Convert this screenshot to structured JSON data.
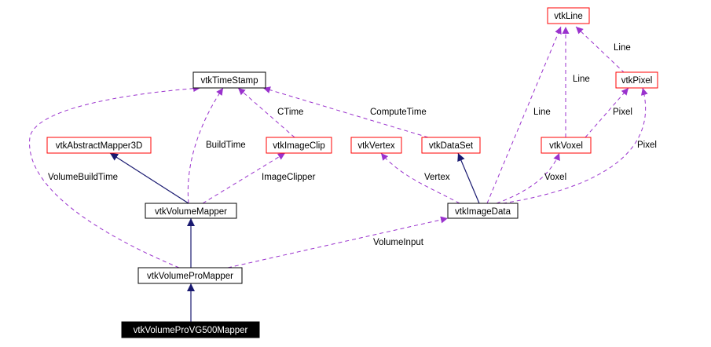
{
  "colors": {
    "background": "#ffffff",
    "highlight_fill": "#000000",
    "inherit_edge": "#191970",
    "usage_edge": "#9a32cd",
    "node_red": "#ff0000",
    "node_black": "#000000"
  },
  "nodes": {
    "vtkLine": "vtkLine",
    "vtkPixel": "vtkPixel",
    "vtkTimeStamp": "vtkTimeStamp",
    "vtkAbstractMapper3D": "vtkAbstractMapper3D",
    "vtkImageClip": "vtkImageClip",
    "vtkVertex": "vtkVertex",
    "vtkDataSet": "vtkDataSet",
    "vtkVoxel": "vtkVoxel",
    "vtkVolumeMapper": "vtkVolumeMapper",
    "vtkImageData": "vtkImageData",
    "vtkVolumeProMapper": "vtkVolumeProMapper",
    "vtkVolumeProVG500Mapper": "vtkVolumeProVG500Mapper"
  },
  "edge_labels": {
    "line_pixel": "Line",
    "line_voxel": "Line",
    "line_imagedata": "Line",
    "pixel_voxel": "Pixel",
    "pixel_imagedata": "Pixel",
    "ctime": "CTime",
    "compute_time": "ComputeTime",
    "build_time": "BuildTime",
    "volume_build_time": "VolumeBuildTime",
    "image_clipper": "ImageClipper",
    "vertex": "Vertex",
    "voxel": "Voxel",
    "volume_input": "VolumeInput"
  }
}
